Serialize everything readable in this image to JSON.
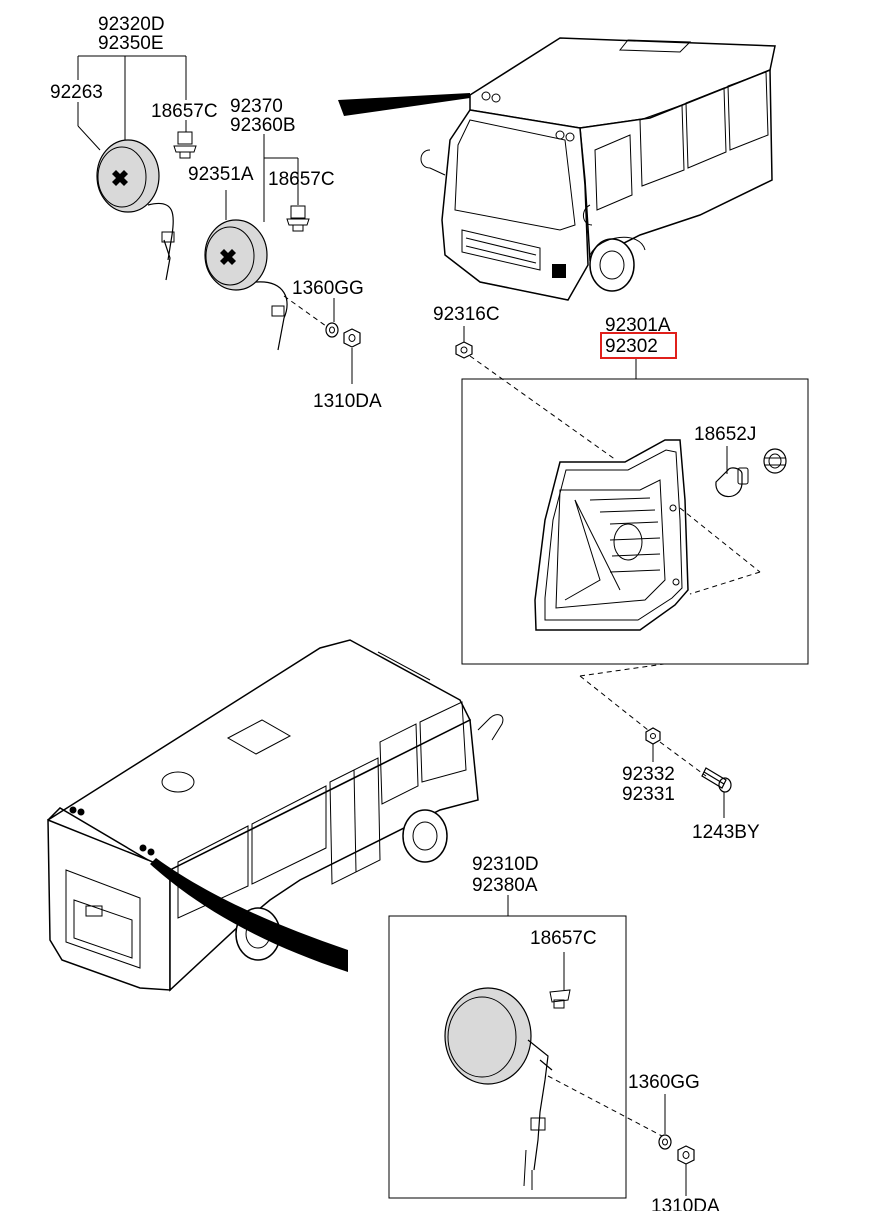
{
  "labels": {
    "l_92320D": "92320D",
    "l_92350E": "92350E",
    "l_92263": "92263",
    "l_18657C_a": "18657C",
    "l_92370": "92370",
    "l_92360B": "92360B",
    "l_92351A": "92351A",
    "l_18657C_b": "18657C",
    "l_1360GG_a": "1360GG",
    "l_1310DA_a": "1310DA",
    "l_92316C": "92316C",
    "l_92301A": "92301A",
    "l_92302": "92302",
    "l_18652J": "18652J",
    "l_92332": "92332",
    "l_92331": "92331",
    "l_1243BY": "1243BY",
    "l_92310D": "92310D",
    "l_92380A": "92380A",
    "l_18657C_c": "18657C",
    "l_1360GG_b": "1360GG",
    "l_1310DA_b": "1310DA"
  },
  "highlight_color": "#e0201b"
}
